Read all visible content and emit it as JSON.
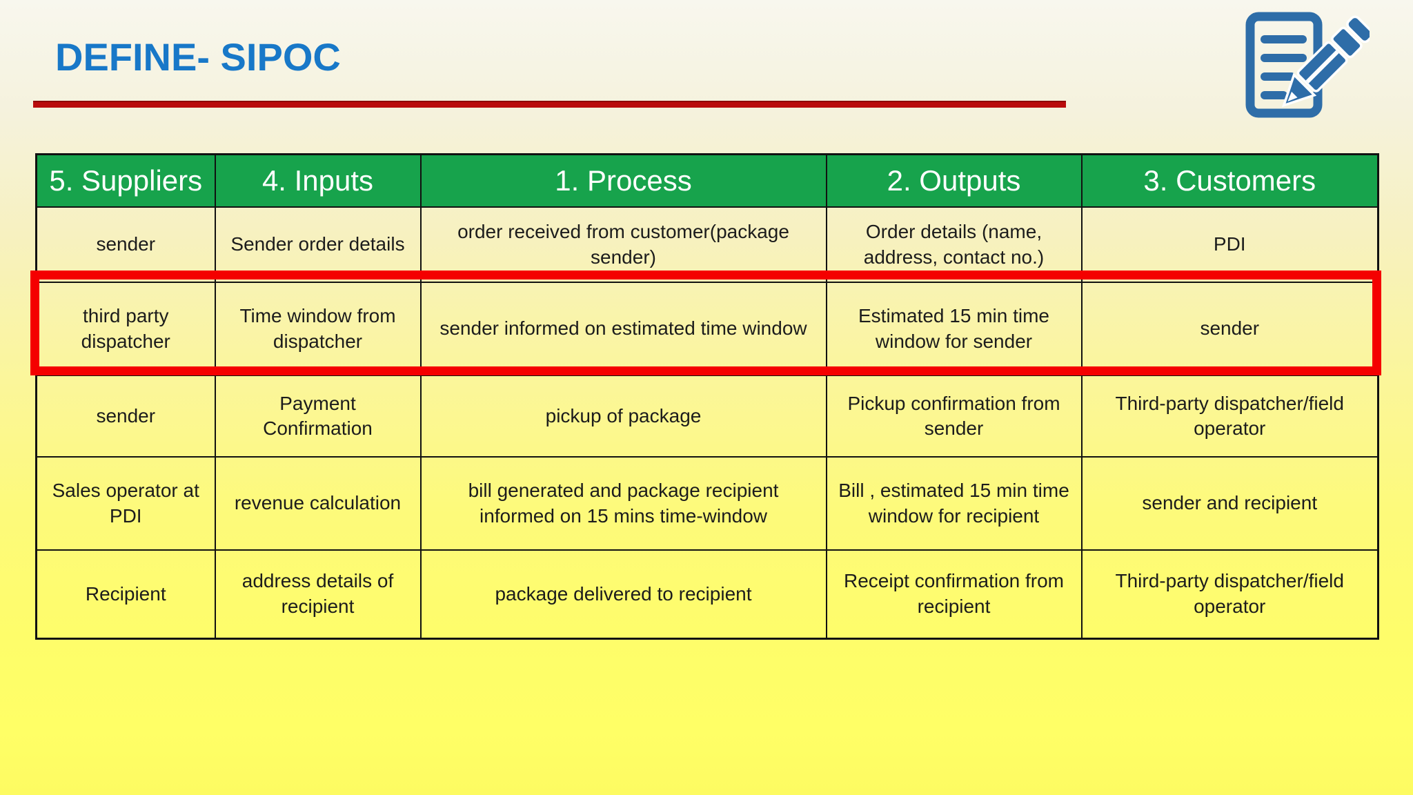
{
  "slide": {
    "title": "DEFINE- SIPOC",
    "colors": {
      "title_blue": "#1878c8",
      "rule_red": "#b90c0c",
      "header_green": "#17a34c",
      "highlight_red": "#f40000",
      "icon_blue": "#2e6da8",
      "background_top": "#f8f7ee",
      "background_bottom": "#ffff66"
    },
    "icon": "edit-document-pencil-icon"
  },
  "table": {
    "headers": [
      "5. Suppliers",
      "4. Inputs",
      "1. Process",
      "2. Outputs",
      "3. Customers"
    ],
    "rows": [
      {
        "highlighted": false,
        "cells": [
          "sender",
          "Sender order details",
          "order received from customer(package sender)",
          "Order details (name, address, contact no.)",
          "PDI"
        ]
      },
      {
        "highlighted": true,
        "cells": [
          "third party dispatcher",
          "Time window from dispatcher",
          "sender informed on estimated time window",
          "Estimated 15 min time window for sender",
          "sender"
        ]
      },
      {
        "highlighted": false,
        "cells": [
          "sender",
          "Payment Confirmation",
          "pickup of package",
          "Pickup confirmation from sender",
          "Third-party dispatcher/field operator"
        ]
      },
      {
        "highlighted": false,
        "cells": [
          "Sales operator at PDI",
          "revenue calculation",
          "bill generated and package recipient informed on 15 mins time-window",
          "Bill , estimated 15 min time window for recipient",
          "sender and recipient"
        ]
      },
      {
        "highlighted": false,
        "cells": [
          "Recipient",
          "address details of recipient",
          "package delivered to recipient",
          "Receipt confirmation from recipient",
          "Third-party dispatcher/field operator"
        ]
      }
    ]
  }
}
